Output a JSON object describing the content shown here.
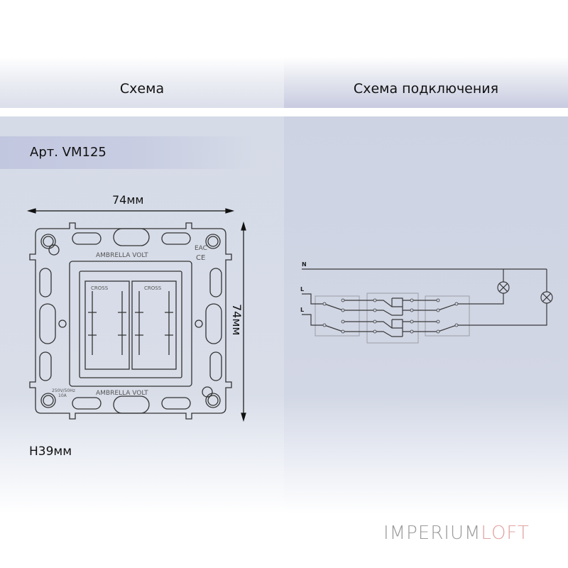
{
  "headers": {
    "left_title": "Схема",
    "right_title": "Схема подключения"
  },
  "product": {
    "article": "Арт. VM125",
    "width_dim": "74мм",
    "height_dim": "74мм",
    "depth_dim": "H39мм",
    "brand_marking": "AMBRELLA VOLT",
    "module_labels": [
      "CROSS",
      "CROSS"
    ],
    "rating_line1": "250V/50Hz",
    "rating_line2": "10A",
    "cert_marks": [
      "EAC",
      "CE"
    ]
  },
  "wiring": {
    "neutral_label": "N",
    "line_labels": [
      "L",
      "L"
    ],
    "lamp_count": 2,
    "line_color": "#3a3a3a",
    "box_color": "#9c9ea6"
  },
  "logo": {
    "part1": "IMPERIUM",
    "part2": "LOFT",
    "color1": "#9a9a9a",
    "color2": "#e2a2a2"
  }
}
